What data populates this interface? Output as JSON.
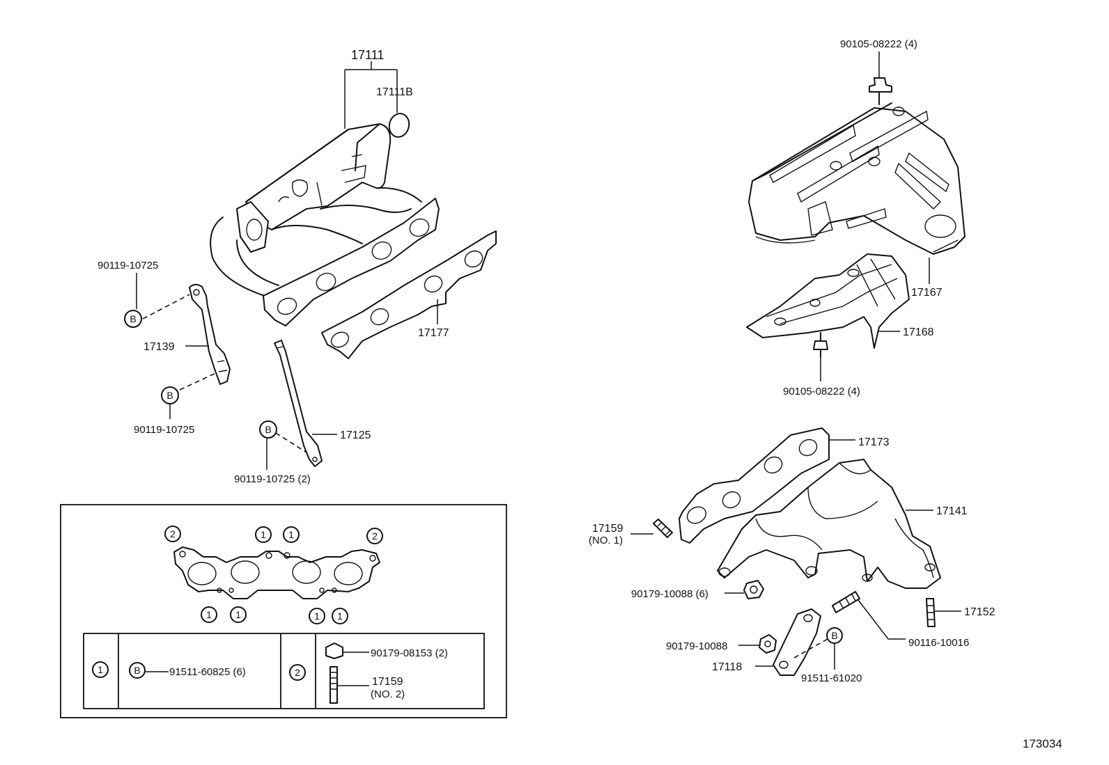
{
  "figure_number": "173034",
  "callouts": {
    "c17111": "17111",
    "c17111B": "17111B",
    "c90119_tl": "90119-10725",
    "c17139": "17139",
    "c90119_bl": "90119-10725",
    "c17177": "17177",
    "c17125": "17125",
    "c90119_2": "90119-10725 (2)",
    "c90105_top": "90105-08222 (4)",
    "c17167": "17167",
    "c17168": "17168",
    "c90105_bot": "90105-08222 (4)",
    "c17173": "17173",
    "c17141": "17141",
    "c17159_no1_a": "17159",
    "c17159_no1_b": "(NO. 1)",
    "c90179_6": "90179-10088 (6)",
    "c17152": "17152",
    "c90116": "90116-10016",
    "c90179": "90179-10088",
    "c17118": "17118",
    "c91511_61020": "91511-61020"
  },
  "circle_marks": {
    "b": "B",
    "one": "1",
    "two": "2"
  },
  "legend": {
    "row1_key": "1",
    "row1_mark": "B",
    "row1_part": "91511-60825 (6)",
    "row2_key": "2",
    "row2_nut": "90179-08153 (2)",
    "row2_stud_a": "17159",
    "row2_stud_b": "(NO. 2)"
  }
}
